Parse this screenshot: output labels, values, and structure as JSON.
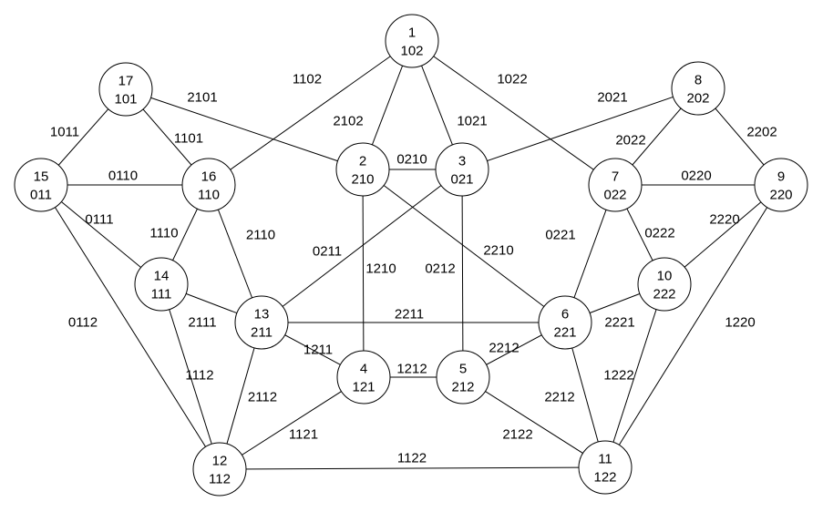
{
  "nodes": [
    {
      "id": "1",
      "code": "102"
    },
    {
      "id": "2",
      "code": "210"
    },
    {
      "id": "3",
      "code": "021"
    },
    {
      "id": "4",
      "code": "121"
    },
    {
      "id": "5",
      "code": "212"
    },
    {
      "id": "6",
      "code": "221"
    },
    {
      "id": "7",
      "code": "022"
    },
    {
      "id": "8",
      "code": "202"
    },
    {
      "id": "9",
      "code": "220"
    },
    {
      "id": "10",
      "code": "222"
    },
    {
      "id": "11",
      "code": "122"
    },
    {
      "id": "12",
      "code": "112"
    },
    {
      "id": "13",
      "code": "211"
    },
    {
      "id": "14",
      "code": "111"
    },
    {
      "id": "15",
      "code": "011"
    },
    {
      "id": "16",
      "code": "110"
    },
    {
      "id": "17",
      "code": "101"
    }
  ],
  "edges": [
    {
      "from": "1",
      "to": "16",
      "label": "1102"
    },
    {
      "from": "1",
      "to": "2",
      "label": "2102"
    },
    {
      "from": "1",
      "to": "3",
      "label": "1021"
    },
    {
      "from": "1",
      "to": "7",
      "label": "1022"
    },
    {
      "from": "17",
      "to": "2",
      "label": "2101"
    },
    {
      "from": "17",
      "to": "15",
      "label": "1011"
    },
    {
      "from": "17",
      "to": "16",
      "label": "1101"
    },
    {
      "from": "15",
      "to": "16",
      "label": "0110"
    },
    {
      "from": "15",
      "to": "14",
      "label": "0111"
    },
    {
      "from": "15",
      "to": "12",
      "label": "0112"
    },
    {
      "from": "16",
      "to": "14",
      "label": "1110"
    },
    {
      "from": "16",
      "to": "13",
      "label": "2110"
    },
    {
      "from": "2",
      "to": "3",
      "label": "0210"
    },
    {
      "from": "2",
      "to": "4",
      "label": "1210"
    },
    {
      "from": "2",
      "to": "6",
      "label": "2210"
    },
    {
      "from": "3",
      "to": "13",
      "label": "0211"
    },
    {
      "from": "3",
      "to": "5",
      "label": "0212"
    },
    {
      "from": "3",
      "to": "8",
      "label": "2021"
    },
    {
      "from": "8",
      "to": "7",
      "label": "2022"
    },
    {
      "from": "8",
      "to": "9",
      "label": "2202"
    },
    {
      "from": "7",
      "to": "9",
      "label": "0220"
    },
    {
      "from": "7",
      "to": "6",
      "label": "0221"
    },
    {
      "from": "7",
      "to": "10",
      "label": "0222"
    },
    {
      "from": "9",
      "to": "10",
      "label": "2220"
    },
    {
      "from": "9",
      "to": "11",
      "label": "1220"
    },
    {
      "from": "14",
      "to": "13",
      "label": "2111"
    },
    {
      "from": "14",
      "to": "12",
      "label": "1112"
    },
    {
      "from": "13",
      "to": "6",
      "label": "2211"
    },
    {
      "from": "13",
      "to": "4",
      "label": "1211"
    },
    {
      "from": "13",
      "to": "12",
      "label": "2112"
    },
    {
      "from": "10",
      "to": "6",
      "label": "2221"
    },
    {
      "from": "10",
      "to": "11",
      "label": "1222"
    },
    {
      "from": "4",
      "to": "5",
      "label": "1212"
    },
    {
      "from": "4",
      "to": "12",
      "label": "1121"
    },
    {
      "from": "5",
      "to": "6",
      "label": "2212"
    },
    {
      "from": "5",
      "to": "11",
      "label": "2122"
    },
    {
      "from": "6",
      "to": "11",
      "label": "2212"
    },
    {
      "from": "12",
      "to": "11",
      "label": "1122"
    }
  ]
}
